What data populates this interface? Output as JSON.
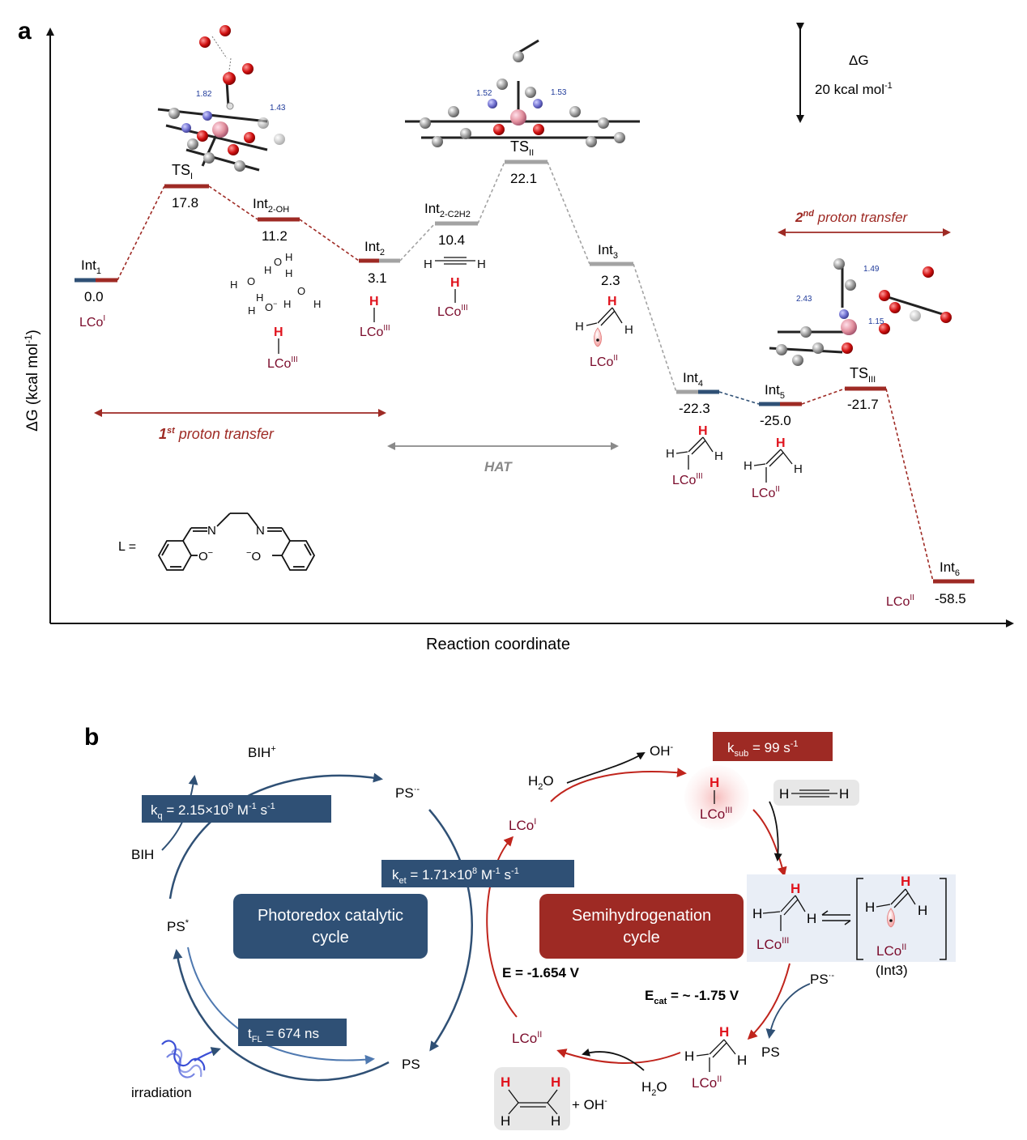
{
  "colors": {
    "blue": "#2f5075",
    "red": "#9e2a24",
    "gray": "#a3a3a3",
    "dark_red_label": "#7a0a2a",
    "h_red": "#e0141e",
    "ink": "#111111"
  },
  "panel_a": {
    "label": "a",
    "ylabel": "ΔG (kcal mol",
    "ylabel_sup": "-1",
    "ylabel_close": ")",
    "xlabel": "Reaction coordinate",
    "scale_bar": {
      "line1": "ΔG",
      "line2": "20 kcal mol",
      "line2_sup": "-1"
    },
    "levels": [
      {
        "key": "int1",
        "name": "Int",
        "sub": "1",
        "value": "0.0",
        "complex": "LCo",
        "ox": "I"
      },
      {
        "key": "ts1",
        "name": "TS",
        "sub": "I",
        "value": "17.8"
      },
      {
        "key": "int2oh",
        "name": "Int",
        "sub": "2-OH",
        "value": "11.2",
        "complex": "LCo",
        "ox": "III"
      },
      {
        "key": "int2",
        "name": "Int",
        "sub": "2",
        "value": "3.1",
        "complex": "LCo",
        "ox": "III"
      },
      {
        "key": "int2c2h2",
        "name": "Int",
        "sub": "2-C2H2",
        "value": "10.4",
        "complex": "LCo",
        "ox": "III"
      },
      {
        "key": "ts2",
        "name": "TS",
        "sub": "II",
        "value": "22.1"
      },
      {
        "key": "int3",
        "name": "Int",
        "sub": "3",
        "value": "2.3",
        "complex": "LCo",
        "ox": "II"
      },
      {
        "key": "int4",
        "name": "Int",
        "sub": "4",
        "value": "-22.3",
        "complex": "LCo",
        "ox": "III"
      },
      {
        "key": "int5",
        "name": "Int",
        "sub": "5",
        "value": "-25.0",
        "complex": "LCo",
        "ox": "II"
      },
      {
        "key": "ts3",
        "name": "TS",
        "sub": "III",
        "value": "-21.7"
      },
      {
        "key": "int6",
        "name": "Int",
        "sub": "6",
        "value": "-58.5",
        "complex": "LCo",
        "ox": "II"
      }
    ],
    "proton1": {
      "sup": "st",
      "num": "1",
      "text": " proton transfer"
    },
    "proton2": {
      "sup": "nd",
      "num": "2",
      "text": " proton transfer"
    },
    "hat": "HAT",
    "ligand_label": "L =",
    "atom_h": "H",
    "atom_o": "O",
    "phenoxide": "O",
    "neg": "−",
    "n_atom": "N",
    "ts1_dist": [
      "1.82",
      "1.43"
    ],
    "ts2_dist": [
      "1.52",
      "1.53"
    ],
    "ts3_dist": [
      "1.49",
      "2.43",
      "1.15"
    ]
  },
  "panel_b": {
    "label": "b",
    "photoredox": {
      "line1": "Photoredox catalytic",
      "line2": "cycle"
    },
    "semihydro": {
      "line1": "Semihydrogenation",
      "line2": "cycle"
    },
    "kq": {
      "pre": "k",
      "sub": "q",
      "mid": " = 2.15×10",
      "exp": "9",
      "unit": "  M",
      "unit_sup": "-1",
      "tail": " s",
      "tail_sup": "-1"
    },
    "ket": {
      "pre": "k",
      "sub": "et",
      "mid": " = 1.71×10",
      "exp": "8",
      "unit": "  M",
      "unit_sup": "-1",
      "tail": " s",
      "tail_sup": "-1"
    },
    "ksub": {
      "pre": "k",
      "sub": "sub",
      "mid": " = 99  s",
      "sup": "-1"
    },
    "tfl": {
      "pre": "t",
      "sub": "FL",
      "mid": " = 674 ns"
    },
    "bih_plus": "BIH",
    "bih_plus_sup": "+",
    "bih": "BIH",
    "ps_rad": "PS",
    "ps_rad_sup": "·-",
    "ps_star": "PS",
    "ps_star_sup": "*",
    "ps": "PS",
    "irradiation": "irradiation",
    "h2o": "H",
    "h2o_sub": "2",
    "h2o_tail": "O",
    "oh": "OH",
    "oh_sup": "-",
    "e_label": "E = -1.654 V",
    "ecat_pre": "E",
    "ecat_sub": "cat",
    "ecat_tail": " = ~ -1.75 V",
    "int3_tag": "(Int3)",
    "plus_oh": "+ OH",
    "plus_oh_sup": "-",
    "lco": "LCo",
    "ox_I": "I",
    "ox_II": "II",
    "ox_III": "III",
    "h": "H"
  }
}
